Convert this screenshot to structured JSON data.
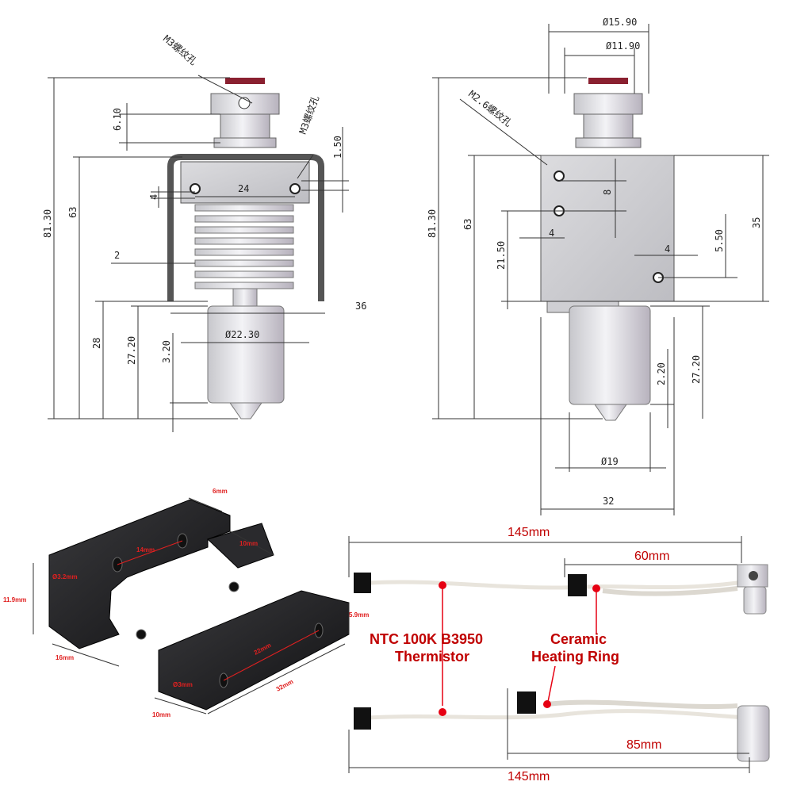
{
  "front_view": {
    "d_hole_label": "M3螺纹孔",
    "side_hole_label": "M3螺纹孔",
    "h_6_10": "6.10",
    "h_1_50": "1.50",
    "h_81_30": "81.30",
    "h_63": "63",
    "w_24": "24",
    "h_4": "4",
    "w_2": "2",
    "w_36": "36",
    "d_22_30": "Ø22.30",
    "h_28": "28",
    "h_27_20": "27.20",
    "h_3_20": "3.20"
  },
  "side_view": {
    "d_15_90": "Ø15.90",
    "d_11_90": "Ø11.90",
    "hole_label": "M2.6螺纹孔",
    "h_81_30": "81.30",
    "h_63": "63",
    "h_8": "8",
    "w_4a": "4",
    "h_21_50": "21.50",
    "w_4b": "4",
    "h_5_50": "5.50",
    "h_35": "35",
    "h_2_20": "2.20",
    "h_27_20": "27.20",
    "d_19": "Ø19",
    "w_32": "32"
  },
  "block": {
    "dim_6mm": "6mm",
    "dim_14mm": "14mm",
    "dim_hole": "Ø3.2mm",
    "dim_10mm_top": "10mm",
    "dim_11_9mm": "11.9mm",
    "dim_5_9mm": "5.9mm",
    "dim_22mm": "22mm",
    "dim_hole2": "Ø3mm",
    "dim_16mm": "16mm",
    "dim_10mm_bottom": "10mm",
    "dim_32mm": "32mm"
  },
  "cables": {
    "len_top": "145mm",
    "len_60": "60mm",
    "thermistor_label_1": "NTC 100K B3950",
    "thermistor_label_2": "Thermistor",
    "heater_label_1": "Ceramic",
    "heater_label_2": "Heating Ring",
    "len_85": "85mm",
    "len_bottom": "145mm"
  },
  "colors": {
    "accent_red": "#c00000",
    "dot_red": "#e60012",
    "line_gray": "#333333"
  }
}
